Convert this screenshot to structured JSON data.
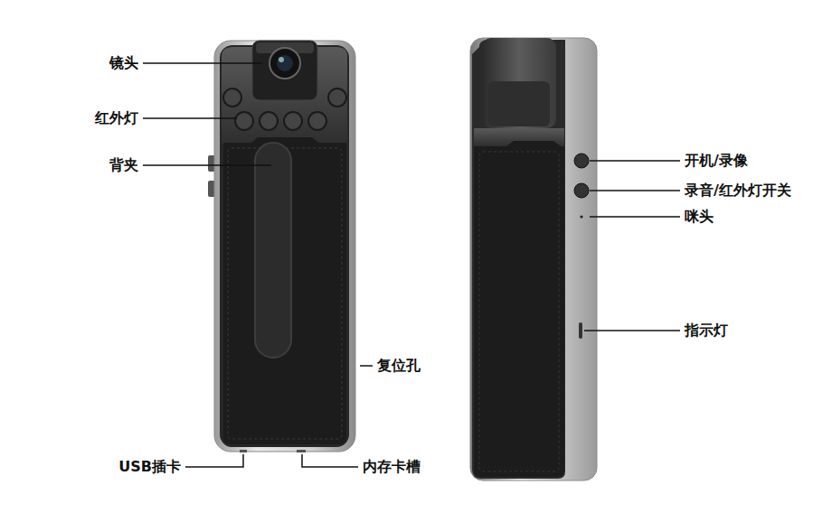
{
  "diagram": {
    "labels": [
      "镜头",
      "红外灯",
      "背夹",
      "开机/录像",
      "录音/红外灯开关",
      "咪头",
      "指示灯",
      "复位孔",
      "USB插卡",
      "内存卡槽"
    ]
  }
}
